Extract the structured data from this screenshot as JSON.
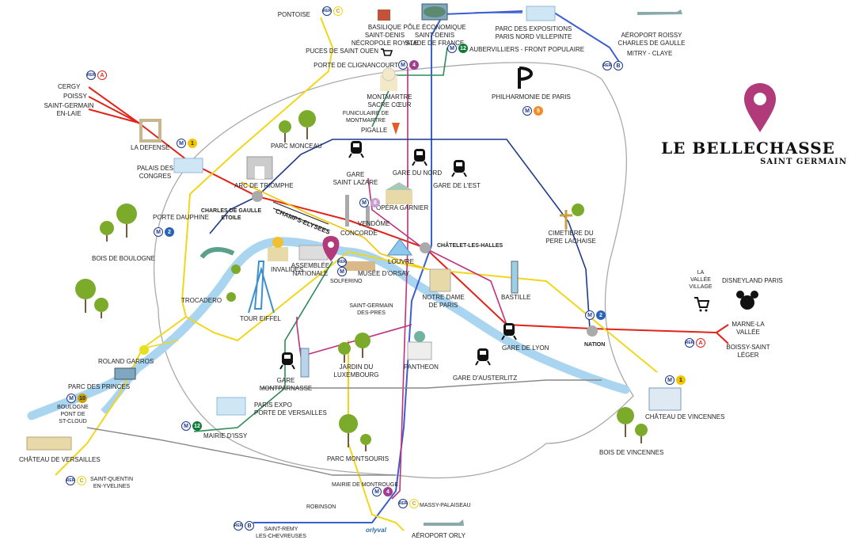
{
  "logo": {
    "title": "LE BELLECHASSE",
    "subtitle": "SAINT GERMAIN",
    "pin_color": "#b03a7a"
  },
  "labels": {
    "pontoise": "PONTOISE",
    "basilique": "BASILIQUE\nSAINT-DENIS\nNÉCROPOLE ROYALE",
    "puces": "PUCES DE SAINT OUEN",
    "pole": "PÔLE ÉCONOMIQUE\nSAINT-DENIS\nSTADE DE FRANCE",
    "aubervilliers": "AUBERVILLIERS - FRONT POPULAIRE",
    "parc_expo_nord": "PARC DES EXPOSITIONS\nPARIS NORD VILLEPINTE",
    "cdg": "AÉROPORT ROISSY\nCHARLES DE GAULLE",
    "mitry": "MITRY - CLAYE",
    "clignancourt": "PORTE DE CLIGNANCOURT",
    "cergy": "CERGY",
    "poissy": "POISSY",
    "saint_germain_laye": "SAINT-GERMAIN\nEN-LAIE",
    "montmartre": "MONTMARTRE\nSACRE CŒUR",
    "funiculaire": "FUNICULAIRE DE\nMONTMARTRE",
    "pigalle": "PIGALLE",
    "philharmonie": "PHILHARMONIE DE PARIS",
    "la_defense": "LA DEFENSE",
    "parc_monceau": "PARC MONCEAU",
    "palais_congres": "PALAIS DES\nCONGRES",
    "arc": "ARC DE TRIOMPHE",
    "gare_st_lazare": "GARE\nSAINT LAZARE",
    "gare_nord": "GARE DU NORD",
    "gare_est": "GARE DE L'EST",
    "cdg_etoile": "CHARLES DE GAULLE\nETOILE",
    "champs": "CHAMPS-ELYSEES",
    "opera": "OPÉRA GARNIER",
    "porte_dauphine": "PORTE DAUPHINE",
    "vendome": "VENDÔME",
    "concorde": "CONCORDE",
    "chatelet": "CHÂTELET-LES-HALLES",
    "cimetiere": "CIMETIERE DU\nPERE LACHAISE",
    "bois_boulogne": "BOIS DE BOULOGNE",
    "invalides": "INVALIDES",
    "assemblee": "ASSEMBLÉE\nNATIONALE",
    "solferino": "SOLFERINO",
    "musee_orsay": "MUSÉE D'ORSAY",
    "louvre": "LOUVRE",
    "notre_dame": "NOTRE DAME\nDE PARIS",
    "trocadero": "TROCADERO",
    "tour_eiffel": "TOUR EIFFEL",
    "st_germain_pres": "SAINT-GERMAIN\nDES-PRES",
    "bastille": "BASTILLE",
    "la_vallee": "LA\nVALLÉE\nVILLAGE",
    "disneyland": "DISNEYLAND PARIS",
    "gare_lyon": "GARE DE LYON",
    "nation": "NATION",
    "marne": "MARNE-LA\nVALLÉE",
    "boissy": "BOISSY-SAINT\nLÉGER",
    "roland": "ROLAND GARROS",
    "gare_montparnasse": "GARE\nMONTPARNASSE",
    "jardin_lux": "JARDIN DU\nLUXEMBOURG",
    "pantheon": "PANTHEON",
    "gare_austerlitz": "GARE D'AUSTERLITZ",
    "parc_princes": "PARC DES PRINCES",
    "boulogne": "BOULOGNE\nPONT DE\nST-CLOUD",
    "paris_expo": "PARIS EXPO\nPORTE DE VERSAILLES",
    "chateau_vincennes": "CHÂTEAU DE VINCENNES",
    "bois_vincennes": "BOIS DE VINCENNES",
    "mairie_issy": "MAIRIE D'ISSY",
    "parc_montsouris": "PARC MONTSOURIS",
    "chateau_versailles": "CHÂTEAU DE VERSAILLES",
    "saint_quentin": "SAINT-QUENTIN\nEN-YVELINES",
    "mairie_montrouge": "MAIRIE DE MONTROUGE",
    "robinson": "ROBINSON",
    "massy": "MASSY-PALAISEAU",
    "saint_remy": "SAINT-REMY\nLES-CHEVREUSES",
    "orly": "AÉROPORT ORLY",
    "orlyval": "orlyval"
  },
  "badges": {
    "rer": "RER",
    "a": "A",
    "b": "B",
    "c": "C",
    "m": "M",
    "n1": "1",
    "n2": "2",
    "n4": "4",
    "n5": "5",
    "n8": "8",
    "n10": "10",
    "n12": "12"
  },
  "colors": {
    "seine": "#a9d5f0",
    "periph": "#999999",
    "rer_a": "#e2231a",
    "rer_b": "#3c5fcf",
    "rer_c": "#f2d61b",
    "rer_d": "#2e8b57",
    "rer_e": "#c0307f",
    "metro_1": "#f2c500",
    "metro_2": "#2a63b5",
    "metro_4": "#a23e92",
    "metro_5": "#f28c28",
    "metro_8": "#c5a3cf",
    "metro_10": "#c9a000",
    "metro_12": "#0f7a3a",
    "pin": "#b03a7a",
    "tree": "#7cab2c"
  },
  "icons": [
    "train-icon",
    "tree-icon",
    "pin-icon",
    "monument-icon",
    "shopping-cart-icon",
    "mickey-icon",
    "plane-icon",
    "stadium-icon",
    "philharmonie-icon"
  ]
}
